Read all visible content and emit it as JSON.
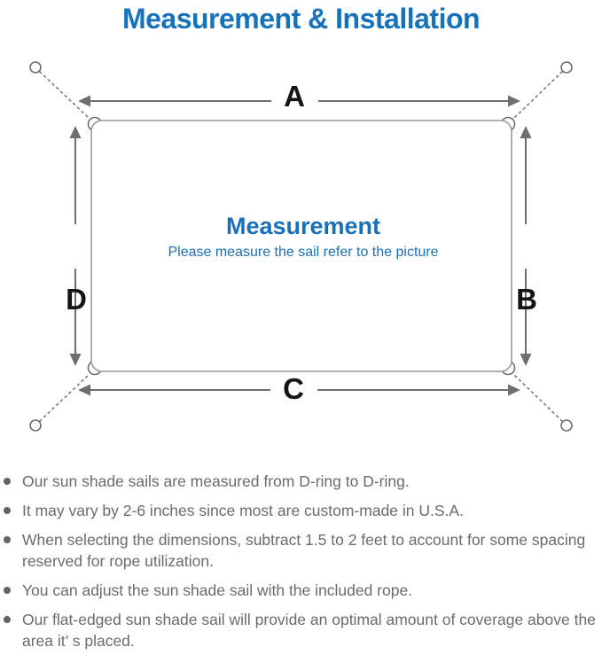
{
  "page_title": "Measurement & Installation",
  "diagram": {
    "side_labels": {
      "top": "A",
      "right": "B",
      "bottom": "C",
      "left": "D"
    },
    "center": {
      "heading": "Measurement",
      "subheading": "Please measure the sail refer to the picture"
    }
  },
  "notes": [
    "Our sun shade sails are measured from D-ring to D-ring.",
    "It may vary by 2-6 inches since most are custom-made in U.S.A.",
    "When selecting the dimensions, subtract 1.5 to 2 feet to account for some spacing reserved for rope utilization.",
    "You can adjust the sun shade sail with the included rope.",
    "Our flat-edged sun shade sail will provide an optimal amount of coverage above the area it’ s placed."
  ],
  "colors": {
    "accent_blue": "#1673b9",
    "center_text_blue": "#1a70b8",
    "label_black": "#141414",
    "line_gray": "#6e6e6e",
    "border_gray": "#9a9a9a",
    "note_text_gray": "#6b6b6b"
  }
}
